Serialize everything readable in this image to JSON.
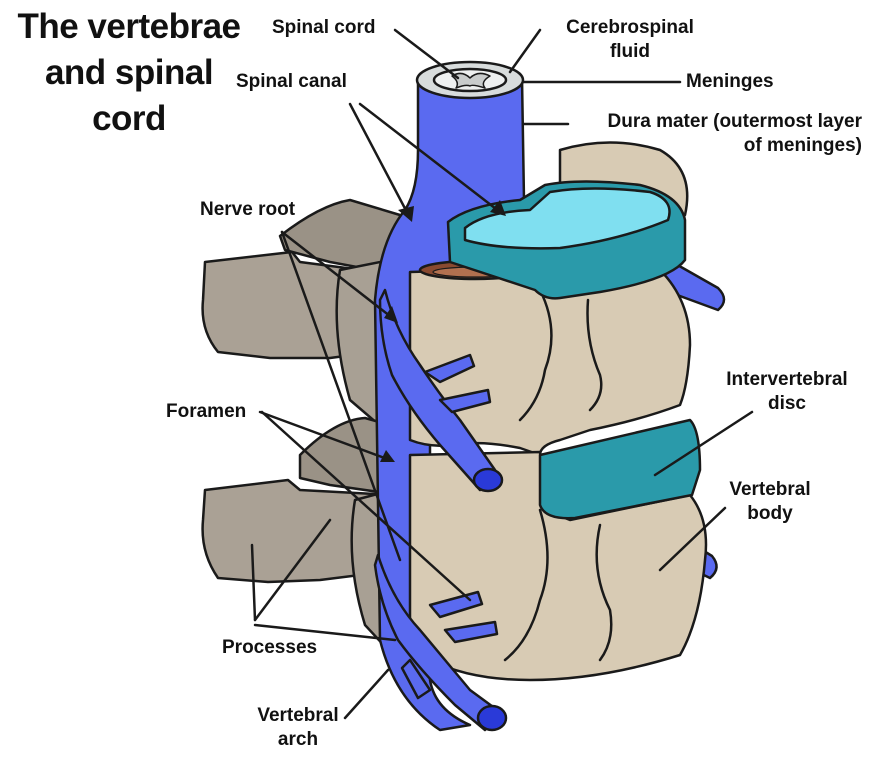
{
  "title_line1": "The vertebrae",
  "title_line2": "and spinal",
  "title_line3": "cord",
  "labels": {
    "spinal_cord": "Spinal cord",
    "csf_1": "Cerebrospinal",
    "csf_2": "fluid",
    "meninges": "Meninges",
    "spinal_canal": "Spinal canal",
    "dura_1": "Dura mater (outermost layer",
    "dura_2": "of meninges)",
    "nerve_root": "Nerve root",
    "intervertebral_1": "Intervertebral",
    "intervertebral_2": "disc",
    "foramen": "Foramen",
    "vertebral_body_1": "Vertebral",
    "vertebral_body_2": "body",
    "processes": "Processes",
    "vertebral_arch_1": "Vertebral",
    "vertebral_arch_2": "arch"
  },
  "colors": {
    "bone": "#d8cbb4",
    "process": "#aaa195",
    "nerve": "#5a6af0",
    "disc": "#2a9aaa",
    "disc_top": "#7fdff0",
    "outline": "#1a1a1a"
  }
}
